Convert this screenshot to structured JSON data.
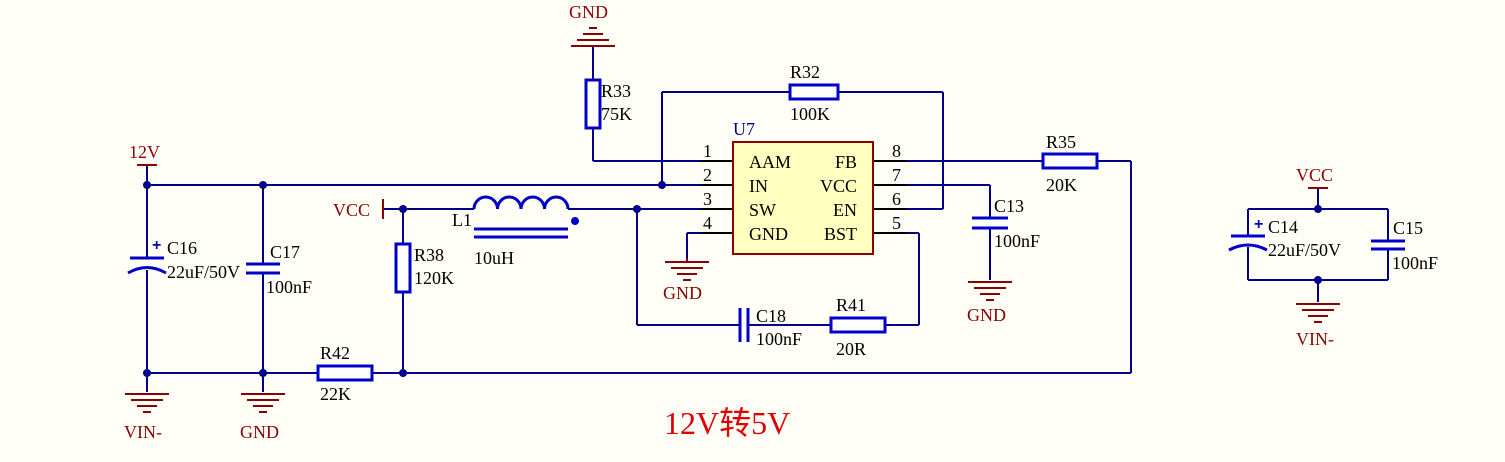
{
  "title": "12V转5V",
  "nets": {
    "v12": "12V",
    "vcc_left": "VCC",
    "vcc_right": "VCC",
    "gnd_top": "GND",
    "gnd_u7": "GND",
    "gnd_c13": "GND",
    "gnd_c17": "GND",
    "vin_left": "VIN-",
    "vin_right": "VIN-"
  },
  "u7": {
    "ref": "U7",
    "pins_left": [
      {
        "num": "1",
        "name": "AAM"
      },
      {
        "num": "2",
        "name": "IN"
      },
      {
        "num": "3",
        "name": "SW"
      },
      {
        "num": "4",
        "name": "GND"
      }
    ],
    "pins_right": [
      {
        "num": "8",
        "name": "FB"
      },
      {
        "num": "7",
        "name": "VCC"
      },
      {
        "num": "6",
        "name": "EN"
      },
      {
        "num": "5",
        "name": "BST"
      }
    ]
  },
  "components": {
    "r33": {
      "ref": "R33",
      "value": "75K"
    },
    "r32": {
      "ref": "R32",
      "value": "100K"
    },
    "r35": {
      "ref": "R35",
      "value": "20K"
    },
    "r38": {
      "ref": "R38",
      "value": "120K"
    },
    "r41": {
      "ref": "R41",
      "value": "20R"
    },
    "r42": {
      "ref": "R42",
      "value": "22K"
    },
    "c13": {
      "ref": "C13",
      "value": "100nF"
    },
    "c14": {
      "ref": "C14",
      "value": "22uF/50V"
    },
    "c15": {
      "ref": "C15",
      "value": "100nF"
    },
    "c16": {
      "ref": "C16",
      "value": "22uF/50V"
    },
    "c17": {
      "ref": "C17",
      "value": "100nF"
    },
    "c18": {
      "ref": "C18",
      "value": "100nF"
    },
    "l1": {
      "ref": "L1",
      "value": "10uH"
    }
  },
  "colors": {
    "wire": "#00008b",
    "component": "#0000c8",
    "power_symbol": "#8b0000",
    "ic_body": "#ffffc0",
    "title": "#e00000",
    "background": "#fffff7"
  }
}
